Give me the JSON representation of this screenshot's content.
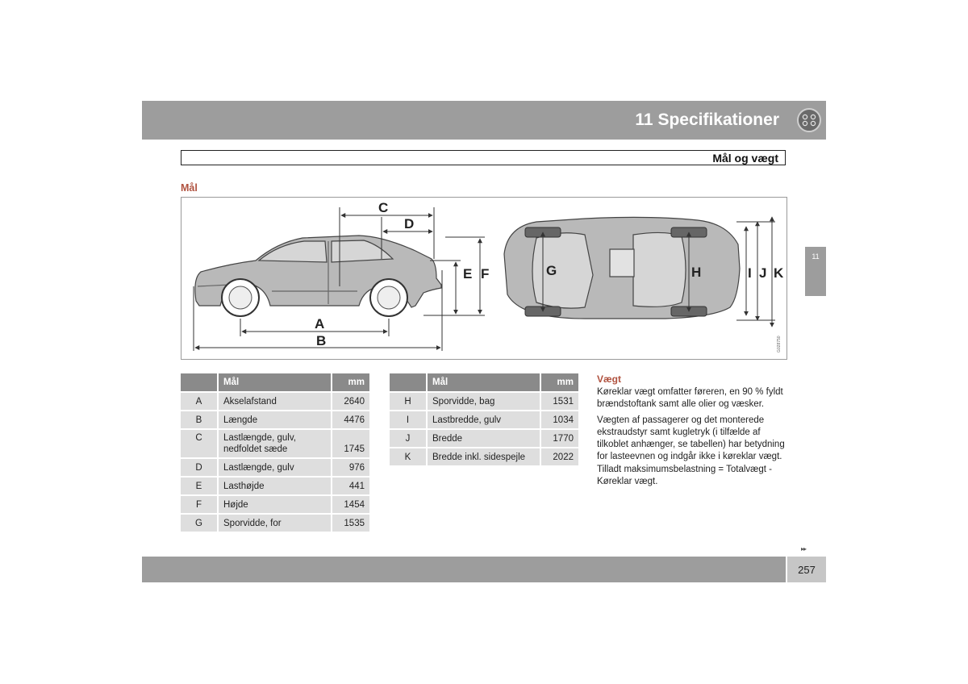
{
  "header": {
    "chapter_title": "11 Specifikationer",
    "section_title": "Mål og vægt"
  },
  "side_tab": {
    "number": "11"
  },
  "dimensions_heading": "Mål",
  "diagram": {
    "labels": [
      "A",
      "B",
      "C",
      "D",
      "E",
      "F",
      "G",
      "H",
      "I",
      "J",
      "K"
    ],
    "image_code": "G028750"
  },
  "table_left": {
    "headers": [
      "",
      "Mål",
      "mm"
    ],
    "rows": [
      {
        "key": "A",
        "name": "Akselafstand",
        "mm": "2640"
      },
      {
        "key": "B",
        "name": "Længde",
        "mm": "4476"
      },
      {
        "key": "C",
        "name": "Lastlængde, gulv, nedfoldet sæde",
        "mm": "1745"
      },
      {
        "key": "D",
        "name": "Lastlængde, gulv",
        "mm": "976"
      },
      {
        "key": "E",
        "name": "Lasthøjde",
        "mm": "441"
      },
      {
        "key": "F",
        "name": "Højde",
        "mm": "1454"
      },
      {
        "key": "G",
        "name": "Sporvidde, for",
        "mm": "1535"
      }
    ]
  },
  "table_right": {
    "headers": [
      "",
      "Mål",
      "mm"
    ],
    "rows": [
      {
        "key": "H",
        "name": "Sporvidde, bag",
        "mm": "1531"
      },
      {
        "key": "I",
        "name": "Lastbredde, gulv",
        "mm": "1034"
      },
      {
        "key": "J",
        "name": "Bredde",
        "mm": "1770"
      },
      {
        "key": "K",
        "name": "Bredde inkl. sidespejle",
        "mm": "2022"
      }
    ]
  },
  "weight": {
    "heading": "Vægt",
    "paragraphs": [
      "Køreklar vægt omfatter føreren, en 90 % fyldt brændstoftank samt alle olier og væsker.",
      "Vægten af passagerer og det monterede ekstraudstyr samt kugletryk (i tilfælde af tilkoblet anhænger, se tabellen) har betydning for lasteevnen og indgår ikke i køreklar vægt.",
      "Tilladt maksimumsbelastning = Totalvægt - Køreklar vægt."
    ]
  },
  "footer": {
    "continue_marker": "▸▸",
    "page_number": "257"
  }
}
